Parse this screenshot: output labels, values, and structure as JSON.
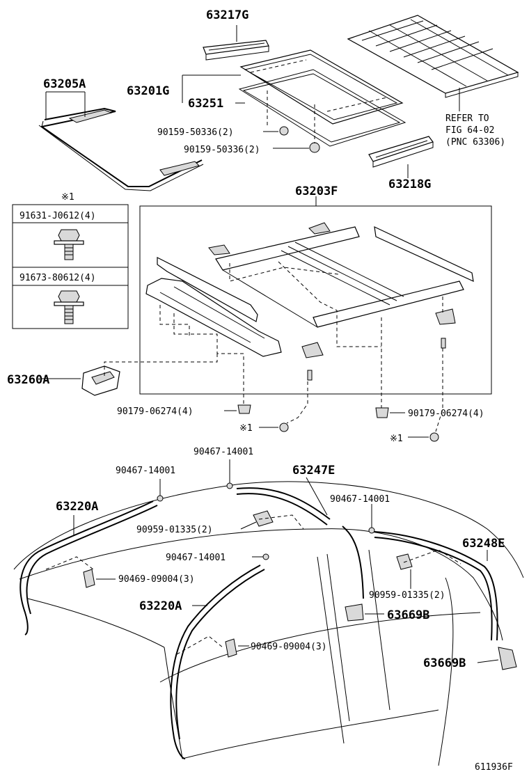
{
  "labels": {
    "p63217G": "63217G",
    "p63205A": "63205A",
    "p63201G": "63201G",
    "p63251": "63251",
    "p90159a": "90159-50336(2)",
    "p90159b": "90159-50336(2)",
    "refer1": "REFER TO",
    "refer2": "FIG 64-02",
    "refer3": "(PNC 63306)",
    "p63218G": "63218G",
    "note1": "※1",
    "p91631": "91631-J0612(4)",
    "p91673": "91673-80612(4)",
    "p63203F": "63203F",
    "p63260A": "63260A",
    "p90179a": "90179-06274(4)",
    "p90179b": "90179-06274(4)",
    "note1a": "※1",
    "note1b": "※1",
    "p90467a": "90467-14001",
    "p90467b": "90467-14001",
    "p90467c": "90467-14001",
    "p90467d": "90467-14001",
    "p63247E": "63247E",
    "p63220Aa": "63220A",
    "p63220Ab": "63220A",
    "p90959a": "90959-01335(2)",
    "p90959b": "90959-01335(2)",
    "p90469a": "90469-09004(3)",
    "p90469b": "90469-09004(3)",
    "p63248E": "63248E",
    "p63669Ba": "63669B",
    "p63669Bb": "63669B",
    "figid": "611936F"
  }
}
